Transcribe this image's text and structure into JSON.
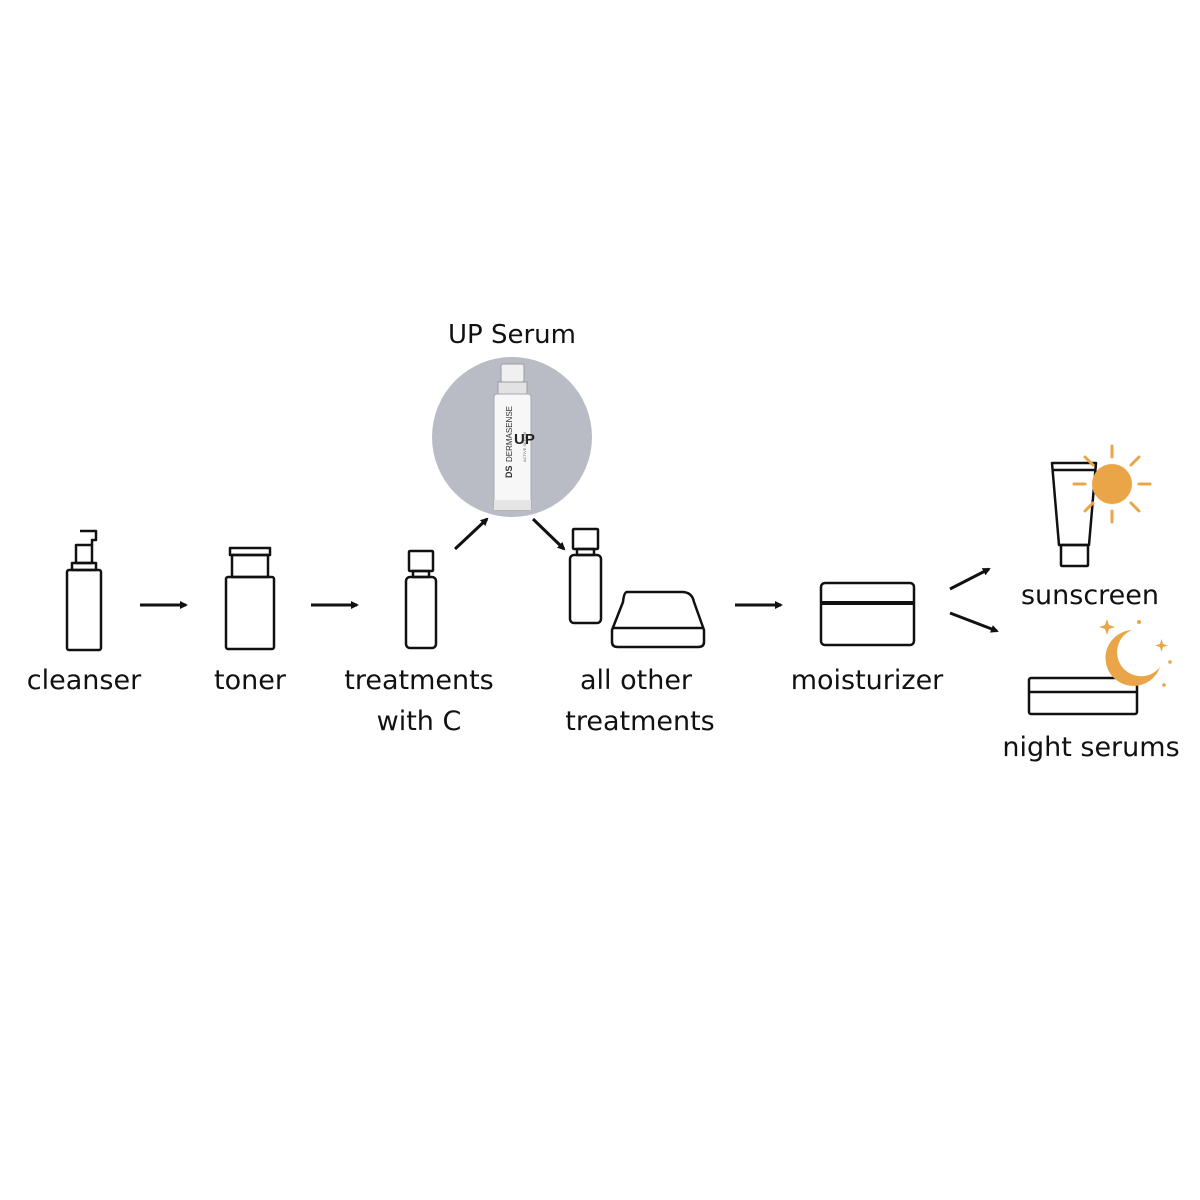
{
  "title": "UP Serum",
  "steps": {
    "cleanser": "cleanser",
    "toner": "toner",
    "treatments_c": [
      "treatments",
      "with C"
    ],
    "other": [
      "all other",
      "treatments"
    ],
    "moisturizer": "moisturizer",
    "sunscreen": "sunscreen",
    "night": "night serums"
  },
  "product": {
    "brand_mark": "DS",
    "brand": "DERMASENSE",
    "name": "UP",
    "sub": "ACTIVE SERUM"
  },
  "icons": {
    "cleanser": "pump-bottle-icon",
    "toner": "toner-bottle-icon",
    "treatment": "dropper-vial-icon",
    "jar": "cream-jar-icon",
    "tube": "tube-icon",
    "sun": "sun-icon",
    "moon": "moon-stars-icon"
  },
  "colors": {
    "line": "#111111",
    "circle": "#b9bcc5",
    "accent": "#e9a548"
  }
}
